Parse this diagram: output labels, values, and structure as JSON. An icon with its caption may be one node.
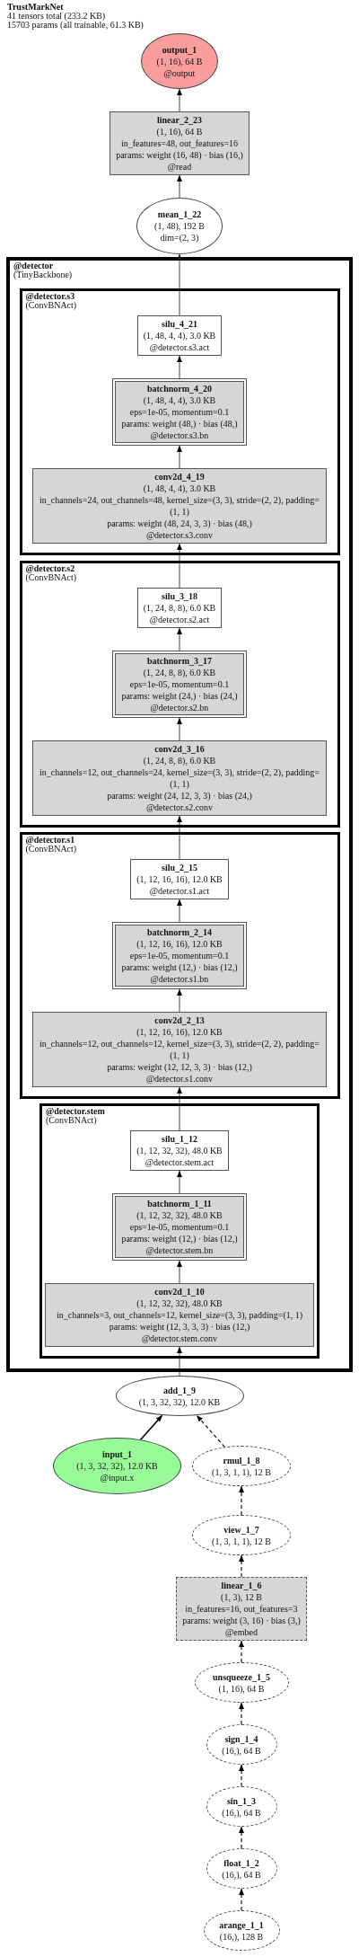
{
  "diagram": {
    "title": "TrustMarkNet",
    "labels": [
      "41 tensors total (233.2 KB)",
      "15703 params (all trainable, 61.3 KB)"
    ],
    "nodes": [
      {
        "text": [
          "output_1",
          "(1, 16), 64 B",
          "@output"
        ]
      },
      {
        "text": [
          "linear_2_23",
          "(1, 16), 64 B",
          "in_features=48, out_features=16",
          "params: weight (16, 48) · bias (16,)",
          "@read"
        ]
      },
      {
        "text": [
          "mean_1_22",
          "(1, 48), 192 B",
          "dim=(2, 3)"
        ]
      },
      {
        "text": [
          "@detector",
          "(TinyBackbone)"
        ]
      },
      {
        "text": [
          "@detector.s3",
          "(ConvBNAct)"
        ],
        "in": 3
      },
      {
        "text": [
          "silu_4_21",
          "(1, 48, 4, 4), 3.0 KB",
          "@detector.s3.act"
        ],
        "in": 4
      },
      {
        "text": [
          "batchnorm_4_20",
          "(1, 48, 4, 4), 3.0 KB",
          "eps=1e-05, momentum=0.1",
          "params: weight (48,) · bias (48,)",
          "@detector.s3.bn"
        ],
        "in": 4
      },
      {
        "text": [
          "conv2d_4_19",
          "(1, 48, 4, 4), 3.0 KB",
          "in_channels=24, out_channels=48, kernel_size=(3, 3), stride=(2, 2), padding=(1, 1)",
          "params: weight (48, 24, 3, 3) · bias (48,)",
          "@detector.s3.conv"
        ],
        "in": 4
      },
      {
        "text": [
          "@detector.s2",
          "(ConvBNAct)"
        ],
        "in": 3
      },
      {
        "text": [
          "silu_3_18",
          "(1, 24, 8, 8), 6.0 KB",
          "@detector.s2.act"
        ],
        "in": 8
      },
      {
        "text": [
          "batchnorm_3_17",
          "(1, 24, 8, 8), 6.0 KB",
          "eps=1e-05, momentum=0.1",
          "params: weight (24,) · bias (24,)",
          "@detector.s2.bn"
        ],
        "in": 8
      },
      {
        "text": [
          "conv2d_3_16",
          "(1, 24, 8, 8), 6.0 KB",
          "in_channels=12, out_channels=24, kernel_size=(3, 3), stride=(2, 2), padding=(1, 1)",
          "params: weight (24, 12, 3, 3) · bias (24,)",
          "@detector.s2.conv"
        ],
        "in": 8
      },
      {
        "text": [
          "@detector.s1",
          "(ConvBNAct)"
        ],
        "in": 3
      },
      {
        "text": [
          "silu_2_15",
          "(1, 12, 16, 16), 12.0 KB",
          "@detector.s1.act"
        ],
        "in": 12
      },
      {
        "text": [
          "batchnorm_2_14",
          "(1, 12, 16, 16), 12.0 KB",
          "eps=1e-05, momentum=0.1",
          "params: weight (12,) · bias (12,)",
          "@detector.s1.bn"
        ],
        "in": 12
      },
      {
        "text": [
          "conv2d_2_13",
          "(1, 12, 16, 16), 12.0 KB",
          "in_channels=12, out_channels=12, kernel_size=(3, 3), stride=(2, 2), padding=(1, 1)",
          "params: weight (12, 12, 3, 3) · bias (12,)",
          "@detector.s1.conv"
        ],
        "in": 12
      },
      {
        "text": [
          "@detector.stem",
          "(ConvBNAct)"
        ],
        "in": 3
      },
      {
        "text": [
          "silu_1_12",
          "(1, 12, 32, 32), 48.0 KB",
          "@detector.stem.act"
        ],
        "in": 16
      },
      {
        "text": [
          "batchnorm_1_11",
          "(1, 12, 32, 32), 48.0 KB",
          "eps=1e-05, momentum=0.1",
          "params: weight (12,) · bias (12,)",
          "@detector.stem.bn"
        ],
        "in": 16
      },
      {
        "text": [
          "conv2d_1_10",
          "(1, 12, 32, 32), 48.0 KB",
          "in_channels=3, out_channels=12, kernel_size=(3, 3), padding=(1, 1)",
          "params: weight (12, 3, 3, 3) · bias (12,)",
          "@detector.stem.conv"
        ],
        "in": 16
      },
      {
        "text": [
          "add_1_9",
          "(1, 3, 32, 32), 12.0 KB"
        ]
      },
      {
        "text": [
          "input_1",
          "(1, 3, 32, 32), 12.0 KB",
          "@input.x"
        ]
      },
      {
        "text": [
          "rmul_1_8",
          "(1, 3, 1, 1), 12 B"
        ]
      },
      {
        "text": [
          "view_1_7",
          "(1, 3, 1, 1), 12 B"
        ]
      },
      {
        "text": [
          "linear_1_6",
          "(1, 3), 12 B",
          "in_features=16, out_features=3",
          "params: weight (3, 16) · bias (3,)",
          "@embed"
        ]
      },
      {
        "text": [
          "unsqueeze_1_5",
          "(1, 16), 64 B"
        ]
      },
      {
        "text": [
          "sign_1_4",
          "(16,), 64 B"
        ]
      },
      {
        "text": [
          "sin_1_3",
          "(16,), 64 B"
        ]
      },
      {
        "text": [
          "float_1_2",
          "(16,), 64 B"
        ]
      },
      {
        "text": [
          "arange_1_1",
          "(16,), 128 B"
        ]
      }
    ],
    "edges": [
      {
        "from": 1,
        "to": 0,
        "arrow": "to"
      },
      {
        "from": 2,
        "to": 1,
        "arrow": "to"
      },
      {
        "from": 5,
        "to": 2,
        "arrow": "to"
      },
      {
        "from": 6,
        "to": 5,
        "arrow": "to"
      },
      {
        "from": 7,
        "to": 6,
        "arrow": "to"
      },
      {
        "from": 9,
        "to": 7,
        "arrow": "to"
      },
      {
        "from": 10,
        "to": 9,
        "arrow": "to"
      },
      {
        "from": 11,
        "to": 10,
        "arrow": "to"
      },
      {
        "from": 13,
        "to": 11,
        "arrow": "to"
      },
      {
        "from": 14,
        "to": 13,
        "arrow": "to"
      },
      {
        "from": 15,
        "to": 14,
        "arrow": "to"
      },
      {
        "from": 17,
        "to": 15,
        "arrow": "to"
      },
      {
        "from": 18,
        "to": 17,
        "arrow": "to"
      },
      {
        "from": 19,
        "to": 18,
        "arrow": "to"
      },
      {
        "from": 20,
        "to": 19,
        "arrow": "to"
      },
      {
        "from": 21,
        "to": 20,
        "arrow": "to",
        "color": "#000000"
      },
      {
        "from": 22,
        "to": 20,
        "arrow": "to",
        "style": "dashed",
        "color": "#000000"
      },
      {
        "from": 23,
        "to": 22,
        "arrow": "to",
        "style": "dashed",
        "color": "#000000"
      },
      {
        "from": 24,
        "to": 23,
        "arrow": "to",
        "style": "dashed",
        "color": "#000000"
      },
      {
        "from": 25,
        "to": 24,
        "arrow": "to",
        "style": "dashed",
        "color": "#000000"
      },
      {
        "from": 26,
        "to": 25,
        "arrow": "to",
        "style": "dashed",
        "color": "#000000"
      },
      {
        "from": 27,
        "to": 26,
        "arrow": "to",
        "style": "dashed",
        "color": "#000000"
      },
      {
        "from": 28,
        "to": 27,
        "arrow": "to",
        "style": "dashed",
        "color": "#000000"
      },
      {
        "from": 29,
        "to": 28,
        "arrow": "to",
        "style": "dashed",
        "color": "#000000"
      }
    ]
  }
}
